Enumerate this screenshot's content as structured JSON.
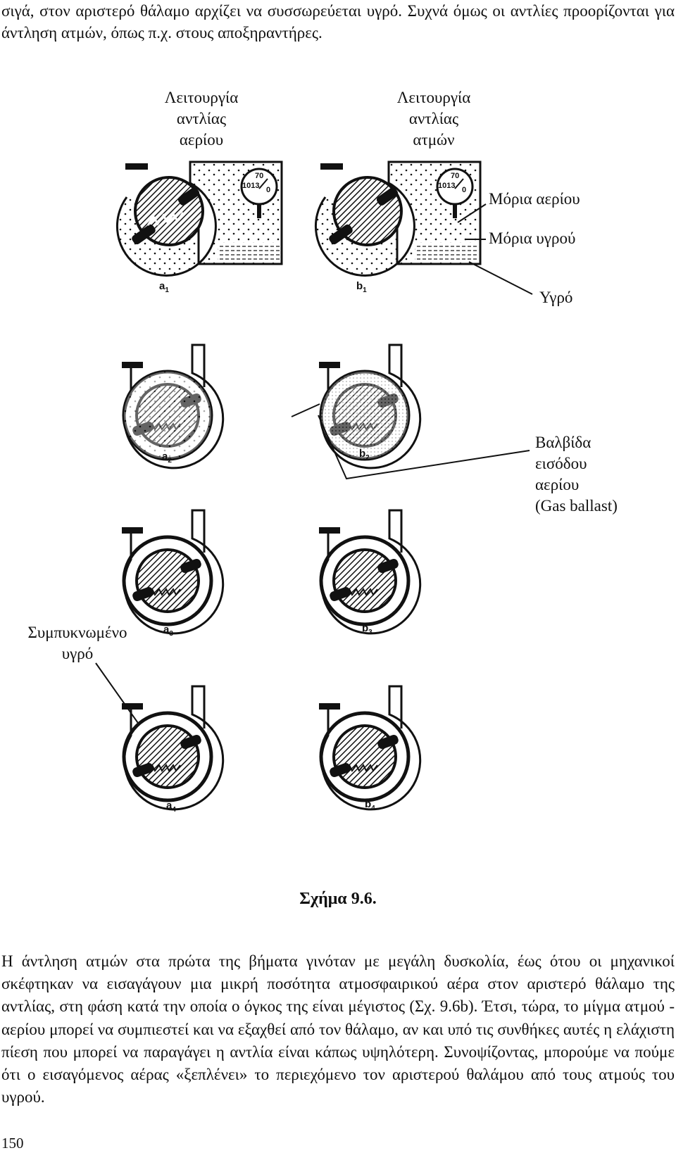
{
  "intro_text": "σιγά, στον αριστερό θάλαμο αρχίζει να συσσωρεύεται υγρό. Συχνά όμως οι αντλίες προορίζονται για άντληση ατμών, όπως π.χ. στους αποξηραντήρες.",
  "figure": {
    "col_left_title": "Λειτουργία\nαντλίας\nαερίου",
    "col_right_title": "Λειτουργία\nαντλίας\nατμών",
    "label_gas_molecules": "Μόρια αερίου",
    "label_liquid_molecules": "Μόρια υγρού",
    "label_liquid": "Υγρό",
    "label_gas_ballast": "Βαλβίδα\nεισόδου\nαερίου\n(Gas ballast)",
    "label_condensed": "Συμπυκνωμένο\nυγρό",
    "gauge_top": "70",
    "gauge_bottom": "1013",
    "gauge_zero": "0",
    "stages": [
      {
        "letter": "a",
        "index": "1"
      },
      {
        "letter": "b",
        "index": "1"
      },
      {
        "letter": "a",
        "index": "2"
      },
      {
        "letter": "b",
        "index": "2"
      },
      {
        "letter": "a",
        "index": "3"
      },
      {
        "letter": "b",
        "index": "3"
      },
      {
        "letter": "a",
        "index": "4"
      },
      {
        "letter": "b",
        "index": "4"
      }
    ],
    "caption": "Σχήμα 9.6."
  },
  "body_text": "Η άντληση ατμών στα πρώτα της βήματα γινόταν με μεγάλη δυσκολία, έως ότου οι μηχανικοί σκέφτηκαν να εισαγάγουν μια μικρή ποσότητα ατμοσφαιρικού αέρα στον αριστερό θάλαμο της αντλίας, στη φάση κατά την οποία ο όγκος της είναι μέγιστος (Σχ. 9.6b). Έτσι, τώρα, το μίγμα ατμού - αερίου μπορεί να συμπιεστεί και να εξαχθεί από τον θάλαμο, αν και υπό τις συνθήκες αυτές η ελάχιστη πίεση που μπορεί να παραγάγει η αντλία είναι κάπως υψηλότερη. Συνοψίζοντας, μπορούμε να πούμε ότι ο εισαγόμενος αέρας «ξεπλένει» το περιεχόμενο τον αριστερού θαλάμου από τους ατμούς του υγρού.",
  "page_number": "150"
}
